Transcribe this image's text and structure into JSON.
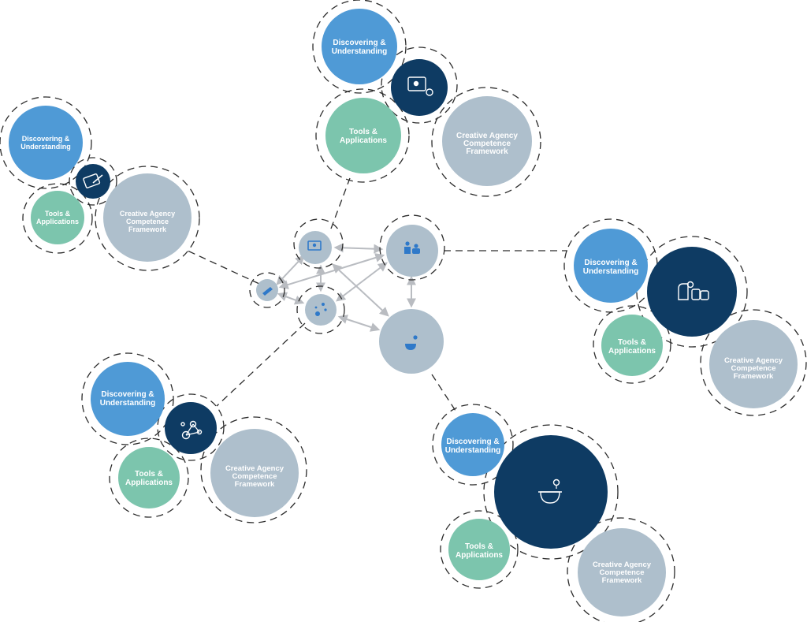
{
  "labels": {
    "discovering": [
      "Discovering &",
      "Understanding"
    ],
    "tools": [
      "Tools &",
      "Applications"
    ],
    "framework": [
      "Creative Agency",
      "Competence",
      "Framework"
    ]
  },
  "colors": {
    "discovering": "#4f9ad6",
    "tools": "#7cc5ad",
    "framework": "#aebfcc",
    "hub": "#0e3b63",
    "center_node": "#aebfcc",
    "center_icon": "#2f79c9",
    "arrow": "#b9bcc1",
    "dash": "#2b2b2b"
  },
  "clusters": [
    {
      "id": "top",
      "hub_icon": "monitor-gear-icon"
    },
    {
      "id": "left",
      "hub_icon": "tablet-pen-icon"
    },
    {
      "id": "right",
      "hub_icon": "team-puzzle-icon"
    },
    {
      "id": "bottom-left",
      "hub_icon": "network-nodes-icon"
    },
    {
      "id": "bottom-right",
      "hub_icon": "pot-lightbulb-icon"
    }
  ],
  "center_nodes": [
    {
      "id": "pen-node",
      "icon": "pen-icon"
    },
    {
      "id": "screen-node",
      "icon": "monitor-icon"
    },
    {
      "id": "network-node",
      "icon": "dots-icon"
    },
    {
      "id": "team-node",
      "icon": "team-icon"
    },
    {
      "id": "pot-node",
      "icon": "pot-icon"
    }
  ]
}
